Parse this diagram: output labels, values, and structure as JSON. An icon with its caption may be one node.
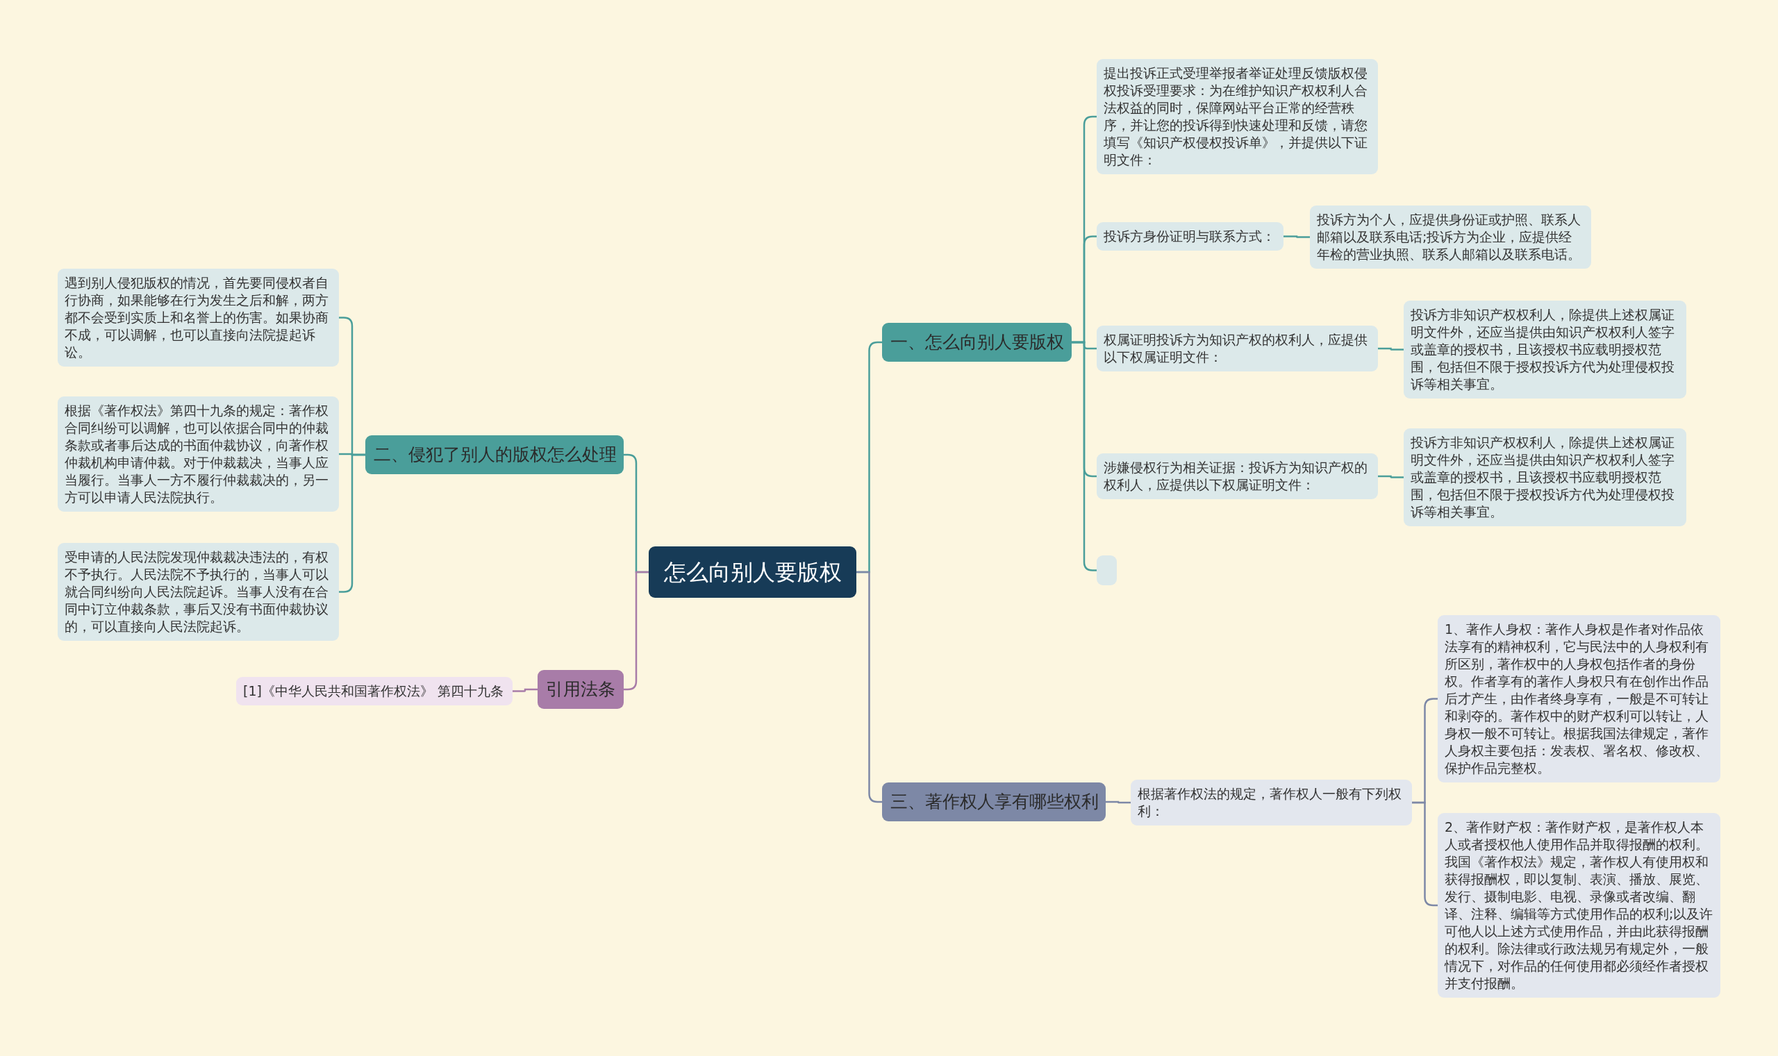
{
  "diagram": {
    "nodes": [
      {
        "text": [
          "怎么向别人要版权"
        ]
      },
      {
        "text": [
          "一、怎么向别人要版权"
        ]
      },
      {
        "text": [
          "提出投诉正式受理举报者举证处理反馈版权侵权投诉受理要求：为在维护知识产权权利人合法权益的同时，保障网站平台正常的经营秩序，并让您的投诉得到快速处理和反馈，请您填写《知识产权侵权投诉单》，并提供以下证明文件："
        ]
      },
      {
        "text": [
          "投诉方身份证明与联系方式："
        ]
      },
      {
        "text": [
          "投诉方为个人，应提供身份证或护照、联系人邮箱以及联系电话;投诉方为企业，应提供经年检的营业执照、联系人邮箱以及联系电话。"
        ]
      },
      {
        "text": [
          "权属证明投诉方为知识产权的权利人，应提供以下权属证明文件："
        ]
      },
      {
        "text": [
          "投诉方非知识产权权利人，除提供上述权属证明文件外，还应当提供由知识产权权利人签字或盖章的授权书，且该授权书应载明授权范围，包括但不限于授权投诉方代为处理侵权投诉等相关事宜。"
        ]
      },
      {
        "text": [
          "涉嫌侵权行为相关证据：投诉方为知识产权的权利人，应提供以下权属证明文件："
        ]
      },
      {
        "text": [
          "投诉方非知识产权权利人，除提供上述权属证明文件外，还应当提供由知识产权权利人签字或盖章的授权书，且该授权书应载明授权范围，包括但不限于授权投诉方代为处理侵权投诉等相关事宜。"
        ]
      },
      {
        "text": [],
        "shape": "box"
      },
      {
        "text": [
          "三、著作权人享有哪些权利"
        ]
      },
      {
        "text": [
          "根据著作权法的规定，著作权人一般有下列权利："
        ]
      },
      {
        "text": [
          "1、著作人身权：著作人身权是作者对作品依法享有的精神权利，它与民法中的人身权利有所区别，著作权中的人身权包括作者的身份权。作者享有的著作人身权只有在创作出作品后才产生，由作者终身享有，一般是不可转让和剥夺的。著作权中的财产权利可以转让，人身权一般不可转让。根据我国法律规定，著作人身权主要包括：发表权、署名权、修改权、保护作品完整权。"
        ]
      },
      {
        "text": [
          "2、著作财产权：著作财产权，是著作权人本人或者授权他人使用作品并取得报酬的权利。我国《著作权法》规定，著作权人有使用权和获得报酬权，即以复制、表演、播放、展览、发行、摄制电影、电视、录像或者改编、翻译、注释、编辑等方式使用作品的权利;以及许可他人以上述方式使用作品，并由此获得报酬的权利。除法律或行政法规另有规定外，一般情况下，对作品的任何使用都必须经作者授权并支付报酬。"
        ]
      },
      {
        "text": [
          "二、侵犯了别人的版权怎么处理"
        ]
      },
      {
        "text": [
          "遇到别人侵犯版权的情况，首先要同侵权者自行协商，如果能够在行为发生之后和解，两方都不会受到实质上和名誉上的伤害。如果协商不成，可以调解，也可以直接向法院提起诉讼。"
        ]
      },
      {
        "text": [
          "根据《著作权法》第四十九条的规定：著作权合同纠纷可以调解，也可以依据合同中的仲裁条款或者事后达成的书面仲裁协议，向著作权仲裁机构申请仲裁。对于仲裁裁决，当事人应当履行。当事人一方不履行仲裁裁决的，另一方可以申请人民法院执行。"
        ]
      },
      {
        "text": [
          "受申请的人民法院发现仲裁裁决违法的，有权不予执行。人民法院不予执行的，当事人可以就合同纠纷向人民法院起诉。当事人没有在合同中订立仲裁条款，事后又没有书面仲裁协议的，可以直接向人民法院起诉。"
        ]
      },
      {
        "text": [
          "引用法条"
        ]
      },
      {
        "text": [
          "[1]《中华人民共和国著作权法》 第四十九条"
        ]
      }
    ],
    "edges": [
      {
        "from": 0,
        "to": 1,
        "arrow": "none"
      },
      {
        "from": 1,
        "to": 2,
        "arrow": "none"
      },
      {
        "from": 1,
        "to": 3,
        "arrow": "none"
      },
      {
        "from": 3,
        "to": 4,
        "arrow": "none"
      },
      {
        "from": 1,
        "to": 5,
        "arrow": "none"
      },
      {
        "from": 5,
        "to": 6,
        "arrow": "none"
      },
      {
        "from": 1,
        "to": 7,
        "arrow": "none"
      },
      {
        "from": 7,
        "to": 8,
        "arrow": "none"
      },
      {
        "from": 1,
        "to": 9,
        "arrow": "none"
      },
      {
        "from": 0,
        "to": 10,
        "arrow": "none",
        "color": "#7d88a6"
      },
      {
        "from": 10,
        "to": 11,
        "arrow": "none",
        "color": "#7d88a6"
      },
      {
        "from": 11,
        "to": 12,
        "arrow": "none",
        "color": "#7d88a6"
      },
      {
        "from": 11,
        "to": 13,
        "arrow": "none",
        "color": "#7d88a6"
      },
      {
        "from": 0,
        "to": 14,
        "arrow": "none"
      },
      {
        "from": 14,
        "to": 15,
        "arrow": "none"
      },
      {
        "from": 14,
        "to": 16,
        "arrow": "none"
      },
      {
        "from": 14,
        "to": 17,
        "arrow": "none"
      },
      {
        "from": 0,
        "to": 18,
        "arrow": "none",
        "color": "#a87ca8"
      },
      {
        "from": 18,
        "to": 19,
        "arrow": "none",
        "color": "#a87ca8"
      }
    ]
  }
}
